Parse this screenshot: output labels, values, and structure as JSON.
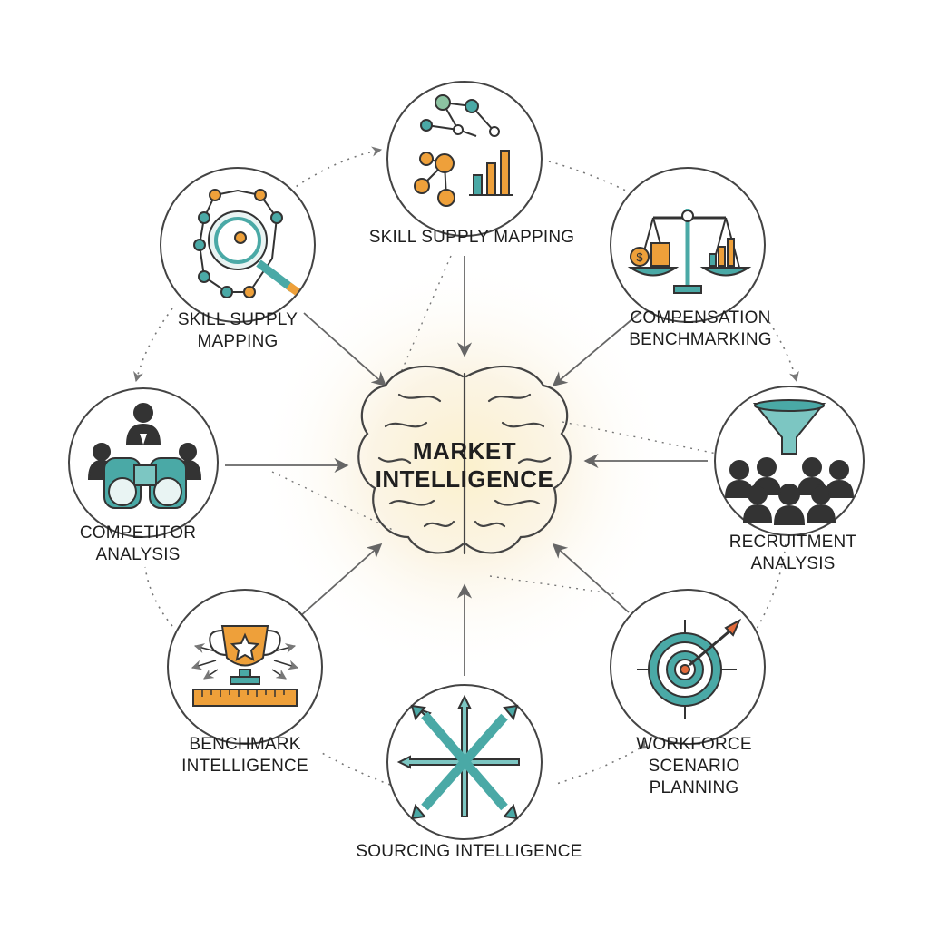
{
  "center": {
    "line1": "MARKET",
    "line2": "INTELLIGENCE"
  },
  "nodes": [
    {
      "id": "top",
      "lines": [
        "SKILL SUPPLY MAPPING"
      ],
      "icon": "network-chart-icon"
    },
    {
      "id": "top-left",
      "lines": [
        "SKILL SUPPLY",
        "MAPPING"
      ],
      "icon": "magnifier-network-icon"
    },
    {
      "id": "top-right",
      "lines": [
        "COMPENSATION",
        "BENCHMARKING"
      ],
      "icon": "balance-scale-icon"
    },
    {
      "id": "left",
      "lines": [
        "COMPETITOR",
        "ANALYSIS"
      ],
      "icon": "binoculars-icon"
    },
    {
      "id": "right",
      "lines": [
        "RECRUITMENT",
        "ANALYSIS"
      ],
      "icon": "funnel-people-icon"
    },
    {
      "id": "bottom-left",
      "lines": [
        "BENCHMARK",
        "INTELLIGENCE"
      ],
      "icon": "trophy-ruler-icon"
    },
    {
      "id": "bottom",
      "lines": [
        "SOURCING INTELLIGENCE"
      ],
      "icon": "arrows-cross-icon"
    },
    {
      "id": "bottom-right",
      "lines": [
        "WORKFORCE",
        "SCENARIO",
        "PLANNING"
      ],
      "icon": "target-arrow-icon"
    }
  ],
  "colors": {
    "teal": "#4aa9a6",
    "teal_light": "#7cc6c2",
    "orange": "#eea03a",
    "dark": "#2b2b2b",
    "line": "#6a6a6a",
    "glow": "#f6e3a8"
  }
}
